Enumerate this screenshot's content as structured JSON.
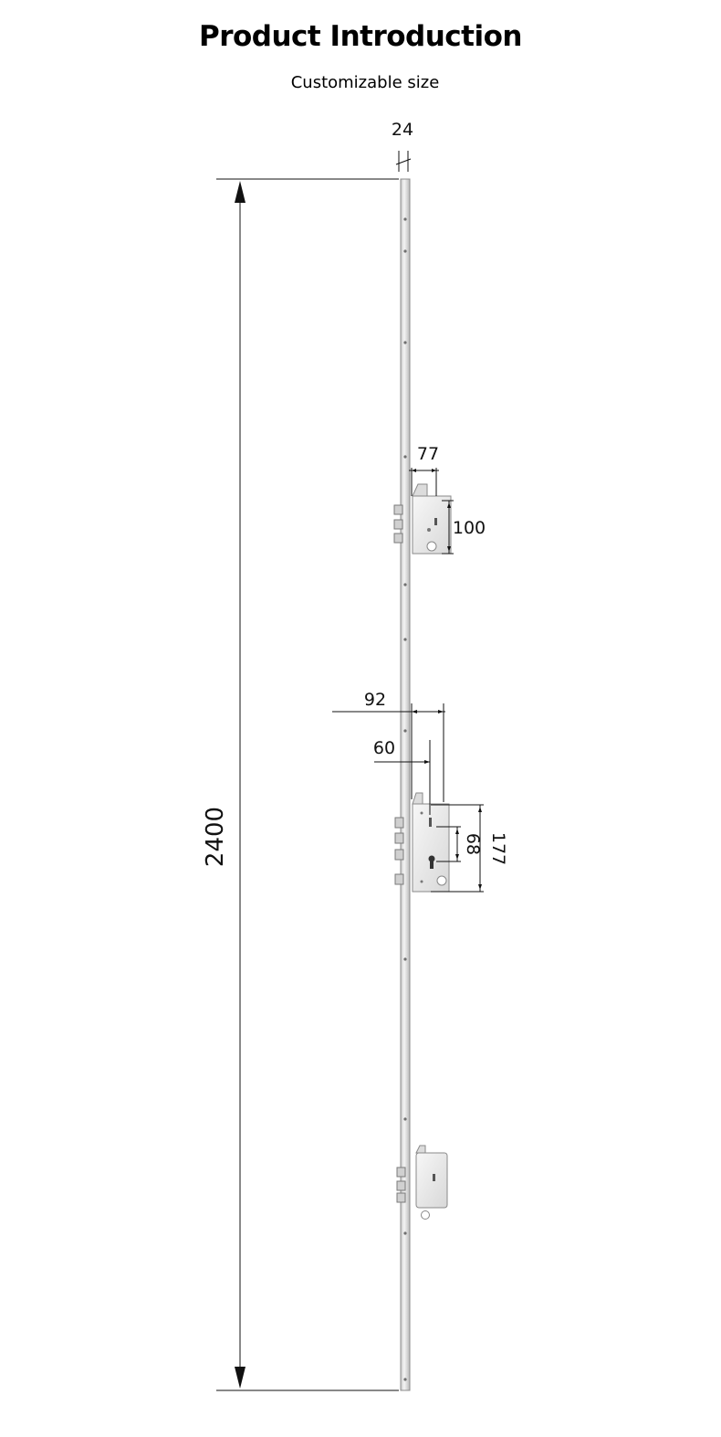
{
  "header": {
    "title": "Product Introduction",
    "subtitle": "Customizable size"
  },
  "dimensions": {
    "strip_width": "24",
    "total_height": "2400",
    "upper_lock_width": "77",
    "upper_lock_height": "100",
    "main_lock_width": "92",
    "main_lock_backset": "60",
    "main_lock_spacing": "68",
    "main_lock_height": "177"
  },
  "colors": {
    "line": "#111111",
    "metal_light": "#ececec",
    "metal_dark": "#9a9a9a",
    "background": "#ffffff"
  }
}
